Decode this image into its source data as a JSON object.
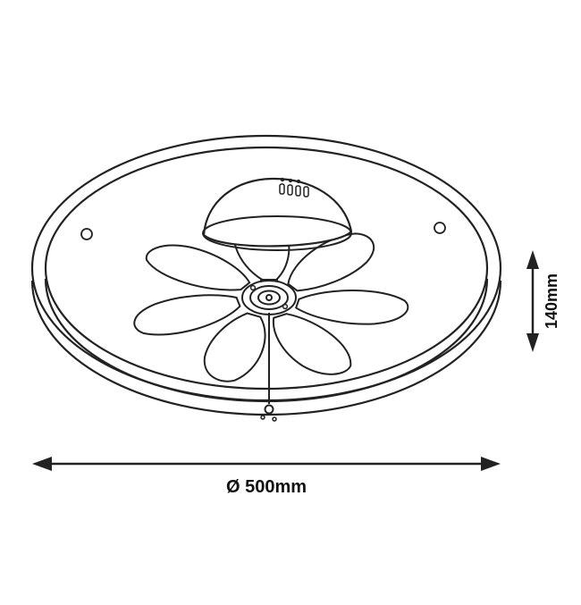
{
  "diagram": {
    "type": "product-dimension-drawing",
    "subject": "ceiling-fan-light-fixture"
  },
  "dimensions": {
    "diameter": "Ø 500mm",
    "height": "140mm"
  },
  "colors": {
    "ink": "#222222",
    "background": "#ffffff"
  }
}
